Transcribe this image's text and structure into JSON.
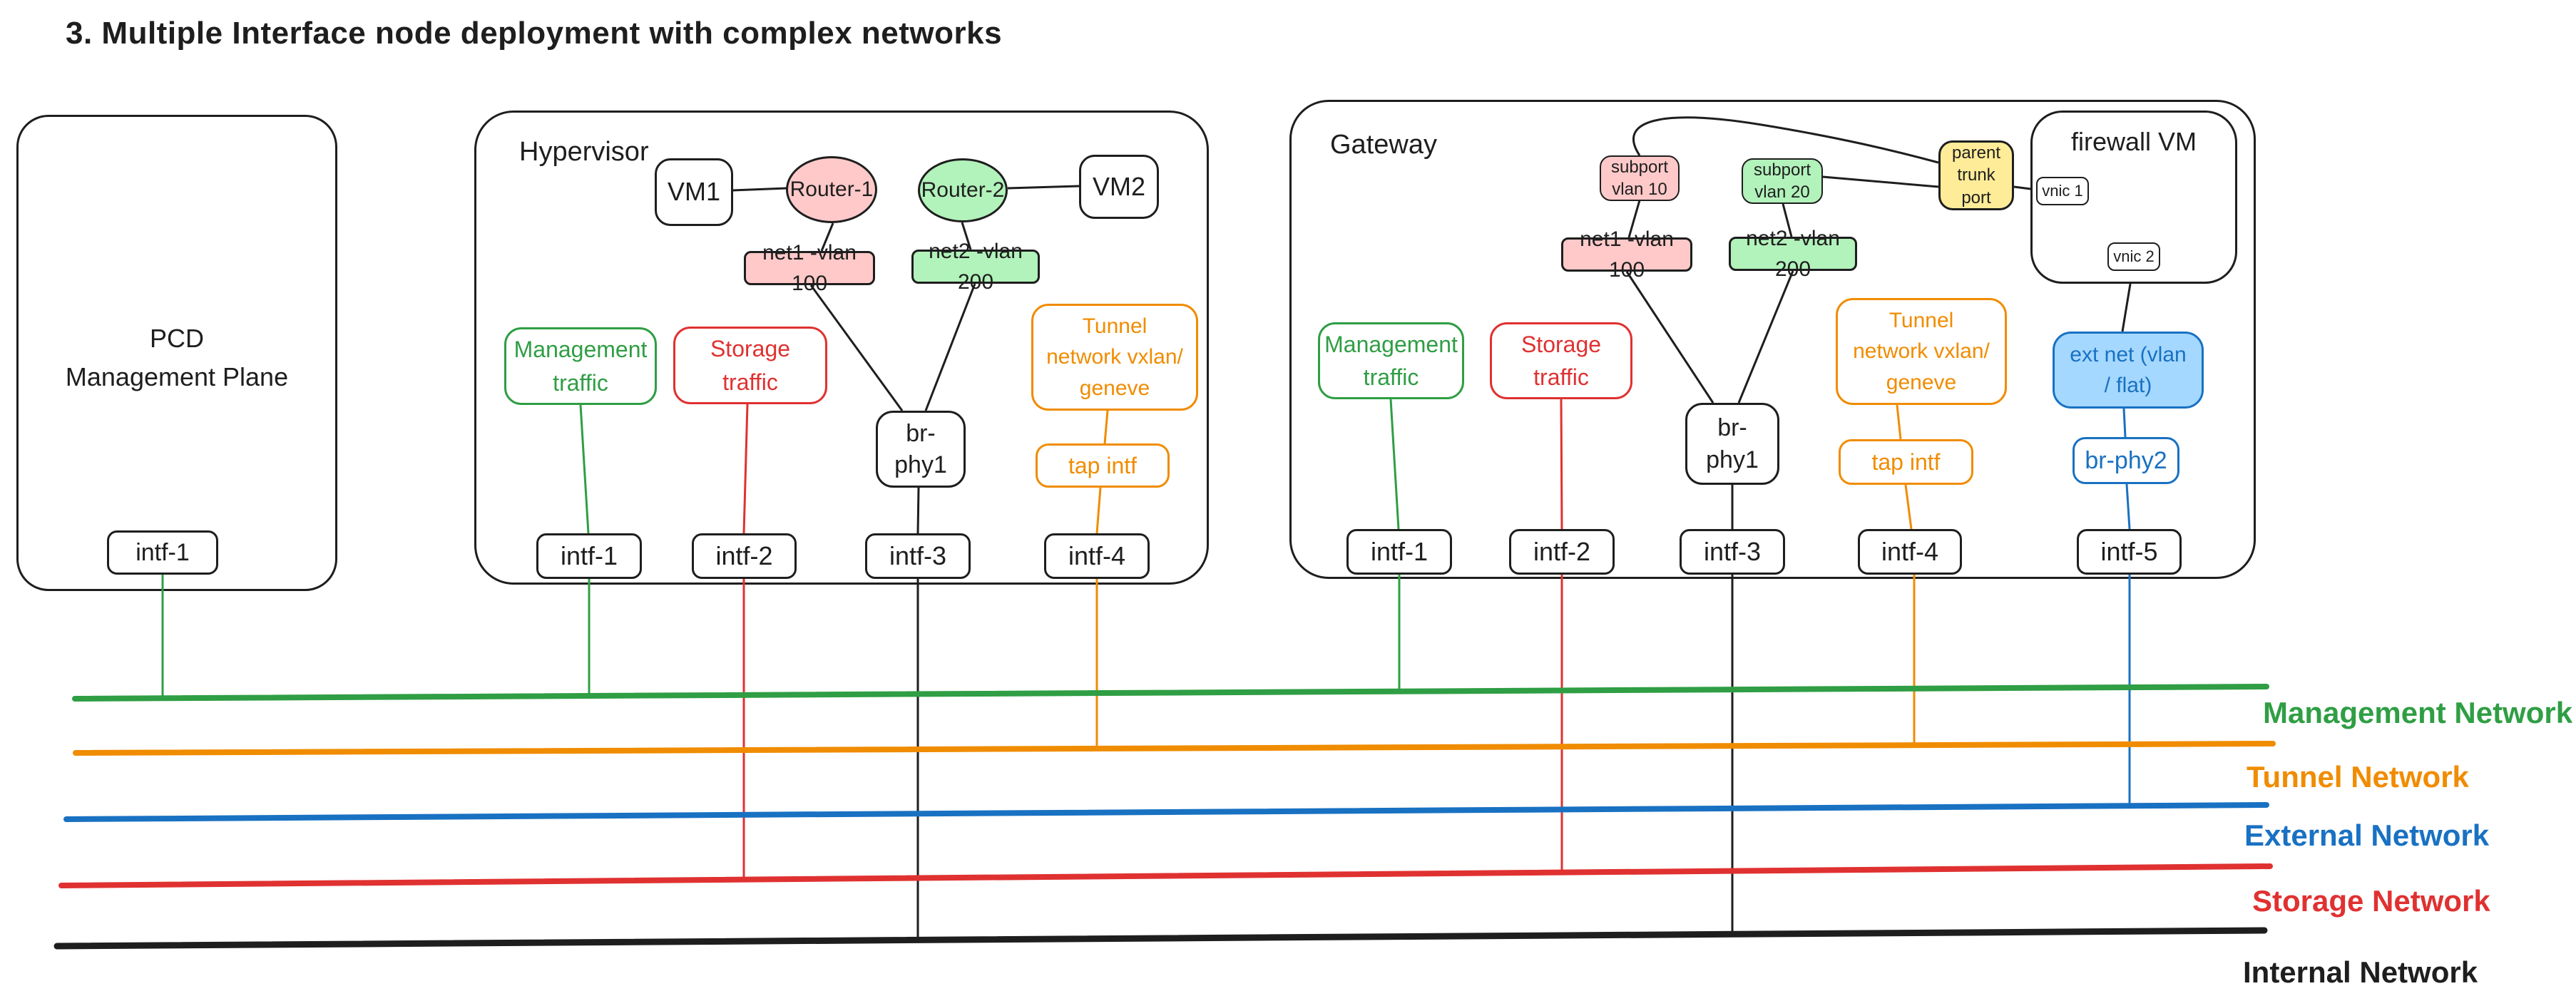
{
  "title": "3. Multiple Interface node deployment with complex networks",
  "colors": {
    "black": "#1e1e1e",
    "green": "#2f9e44",
    "red": "#e03131",
    "orange": "#f08c00",
    "blue": "#1971c2",
    "pink_fill": "#ffc9c9",
    "green_fill": "#b2f2bb",
    "yellow_fill": "#ffec99",
    "blue_fill": "#a5d8ff"
  },
  "pcd": {
    "title": "PCD\nManagement Plane",
    "interface": "intf-1"
  },
  "hypervisor": {
    "label": "Hypervisor",
    "vm1": "VM1",
    "vm2": "VM2",
    "router1": "Router-1",
    "router2": "Router-2",
    "net1": "net1 -vlan 100",
    "net2": "net2 -vlan 200",
    "management_traffic": "Management\ntraffic",
    "storage_traffic": "Storage\ntraffic",
    "bridge": "br-\nphy1",
    "tunnel": "Tunnel\nnetwork vxlan/\ngeneve",
    "tap": "tap intf",
    "interfaces": [
      "intf-1",
      "intf-2",
      "intf-3",
      "intf-4"
    ]
  },
  "gateway": {
    "label": "Gateway",
    "subport1": "subport\nvlan 10",
    "subport2": "subport\nvlan 20",
    "parent_trunk": "parent\ntrunk\nport",
    "firewall": "firewall VM",
    "vnic1": "vnic 1",
    "vnic2": "vnic 2",
    "net1": "net1 -vlan 100",
    "net2": "net2 -vlan 200",
    "management_traffic": "Management\ntraffic",
    "storage_traffic": "Storage\ntraffic",
    "bridge": "br-\nphy1",
    "tunnel": "Tunnel\nnetwork vxlan/\ngeneve",
    "tap": "tap intf",
    "ext_net": "ext net (vlan\n/ flat)",
    "bridge2": "br-phy2",
    "interfaces": [
      "intf-1",
      "intf-2",
      "intf-3",
      "intf-4",
      "intf-5"
    ]
  },
  "networks": [
    {
      "label": "Management Network",
      "color": "#2f9e44"
    },
    {
      "label": "Tunnel Network",
      "color": "#f08c00"
    },
    {
      "label": "External Network",
      "color": "#1971c2"
    },
    {
      "label": "Storage Network",
      "color": "#e03131"
    },
    {
      "label": "Internal Network",
      "color": "#1e1e1e"
    }
  ]
}
